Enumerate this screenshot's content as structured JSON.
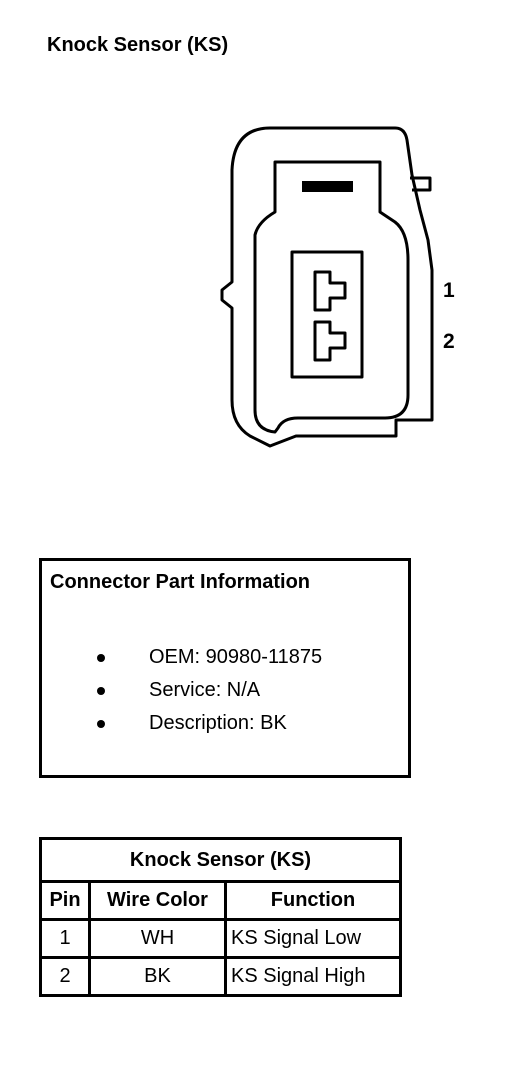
{
  "title": "Knock Sensor (KS)",
  "diagram": {
    "pin_labels": [
      "1",
      "2"
    ]
  },
  "connector_info": {
    "heading": "Connector Part Information",
    "items": [
      "OEM: 90980-11875",
      "Service: N/A",
      "Description: BK"
    ]
  },
  "pin_table": {
    "caption": "Knock Sensor (KS)",
    "headers": [
      "Pin",
      "Wire Color",
      "Function"
    ],
    "rows": [
      [
        "1",
        "WH",
        "KS Signal Low"
      ],
      [
        "2",
        "BK",
        "KS Signal High"
      ]
    ]
  }
}
